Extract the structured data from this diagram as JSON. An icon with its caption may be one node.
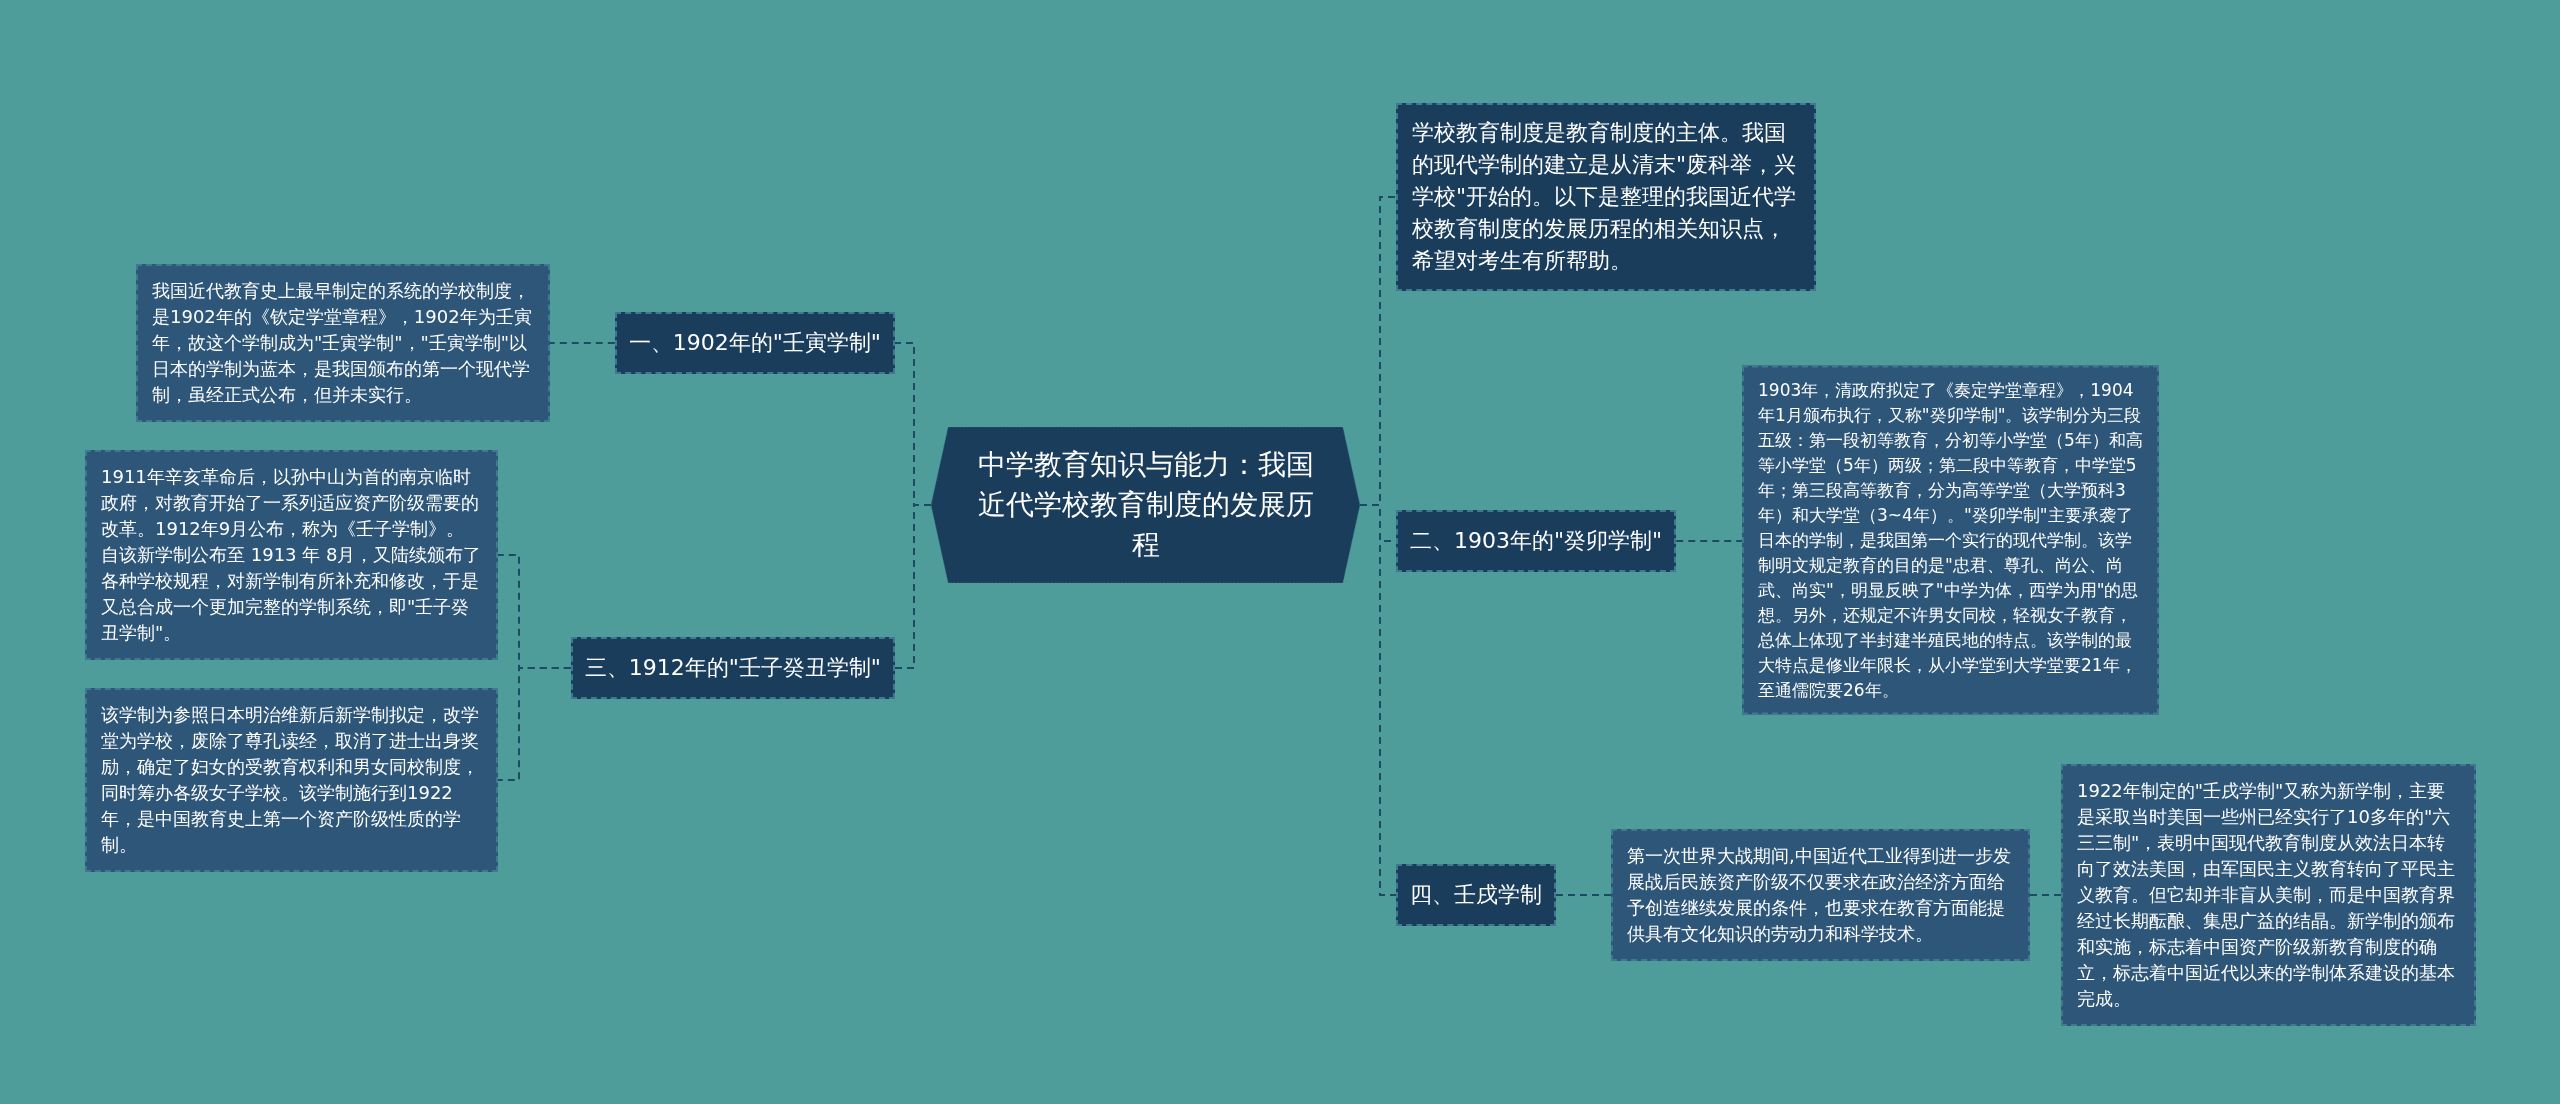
{
  "diagram": {
    "nodes": [
      {
        "text": [
          "中学教育知识与能力：我国近代学校教育制度的发展历程"
        ]
      },
      {
        "text": [
          "一、1902年的\"壬寅学制\""
        ]
      },
      {
        "text": [
          "我国近代教育史上最早制定的系统的学校制度，是1902年的《钦定学堂章程》，1902年为壬寅年，故这个学制成为\"壬寅学制\"，\"壬寅学制\"以日本的学制为蓝本，是我国颁布的第一个现代学制，虽经正式公布，但并未实行。"
        ]
      },
      {
        "text": [
          "三、1912年的\"壬子癸丑学制\""
        ]
      },
      {
        "text": [
          "1911年辛亥革命后，以孙中山为首的南京临时政府，对教育开始了一系列适应资产阶级需要的改革。1912年9月公布，称为《壬子学制》。自该新学制公布至 1913 年 8月，又陆续颁布了各种学校规程，对新学制有所补充和修改，于是又总合成一个更加完整的学制系统，即\"壬子癸丑学制\"。"
        ]
      },
      {
        "text": [
          "该学制为参照日本明治维新后新学制拟定，改学堂为学校，废除了尊孔读经，取消了进士出身奖励，确定了妇女的受教育权利和男女同校制度，同时筹办各级女子学校。该学制施行到1922年，是中国教育史上第一个资产阶级性质的学制。"
        ]
      },
      {
        "text": [
          "学校教育制度是教育制度的主体。我国的现代学制的建立是从清末\"废科举，兴学校\"开始的。以下是整理的我国近代学校教育制度的发展历程的相关知识点，希望对考生有所帮助。"
        ]
      },
      {
        "text": [
          "二、1903年的\"癸卯学制\""
        ]
      },
      {
        "text": [
          "1903年，清政府拟定了《奏定学堂章程》，1904年1月颁布执行，又称\"癸卯学制\"。该学制分为三段五级：第一段初等教育，分初等小学堂（5年）和高等小学堂（5年）两级；第二段中等教育，中学堂5年；第三段高等教育，分为高等学堂（大学预科3年）和大学堂（3~4年）。\"癸卯学制\"主要承袭了日本的学制，是我国第一个实行的现代学制。该学制明文规定教育的目的是\"忠君、尊孔、尚公、尚武、尚实\"，明显反映了\"中学为体，西学为用\"的思想。另外，还规定不许男女同校，轻视女子教育，总体上体现了半封建半殖民地的特点。该学制的最大特点是修业年限长，从小学堂到大学堂要21年，至通儒院要26年。"
        ]
      },
      {
        "text": [
          "四、壬戌学制"
        ]
      },
      {
        "text": [
          "第一次世界大战期间,中国近代工业得到进一步发展战后民族资产阶级不仅要求在政治经济方面给予创造继续发展的条件，也要求在教育方面能提供具有文化知识的劳动力和科学技术。"
        ]
      },
      {
        "text": [
          "1922年制定的\"壬戌学制\"又称为新学制，主要是采取当时美国一些州已经实行了10多年的\"六三三制\"，表明中国现代教育制度从效法日本转向了效法美国，由军国民主义教育转向了平民主义教育。但它却并非盲从美制，而是中国教育界经过长期酝酿、集思广益的结晶。新学制的颁布和实施，标志着中国资产阶级新教育制度的确立，标志着中国近代以来的学制体系建设的基本完成。"
        ]
      }
    ],
    "edges": [
      {
        "from": 0,
        "to": 1,
        "arrow": "none"
      },
      {
        "from": 1,
        "to": 2,
        "arrow": "none"
      },
      {
        "from": 0,
        "to": 3,
        "arrow": "none"
      },
      {
        "from": 3,
        "to": 4,
        "arrow": "none"
      },
      {
        "from": 3,
        "to": 5,
        "arrow": "none"
      },
      {
        "from": 0,
        "to": 6,
        "arrow": "none"
      },
      {
        "from": 0,
        "to": 7,
        "arrow": "none"
      },
      {
        "from": 7,
        "to": 8,
        "arrow": "none"
      },
      {
        "from": 0,
        "to": 9,
        "arrow": "none"
      },
      {
        "from": 9,
        "to": 10,
        "arrow": "none"
      },
      {
        "from": 10,
        "to": 11,
        "arrow": "none"
      }
    ]
  }
}
